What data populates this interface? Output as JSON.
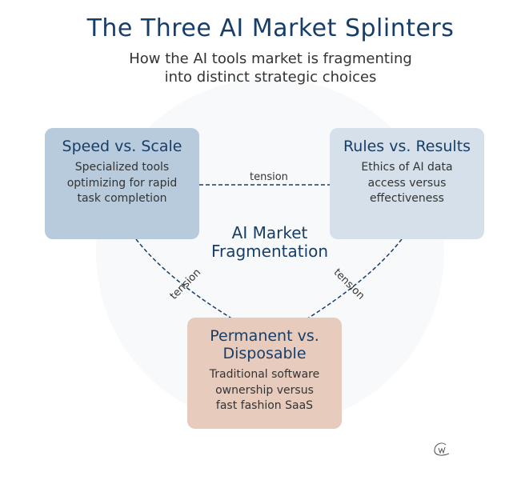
{
  "header": {
    "title": "The Three AI Market Splinters",
    "subtitle_line1": "How the AI tools market is fragmenting",
    "subtitle_line2": "into distinct strategic choices"
  },
  "center": {
    "line1": "AI Market",
    "line2": "Fragmentation"
  },
  "nodes": [
    {
      "id": "speed",
      "title": "Speed vs. Scale",
      "desc_lines": [
        "Specialized tools",
        "optimizing for rapid",
        "task completion"
      ],
      "color": "#b8cbdc"
    },
    {
      "id": "rules",
      "title": "Rules vs. Results",
      "desc_lines": [
        "Ethics of AI data",
        "access versus",
        "effectiveness"
      ],
      "color": "#d6e0ea"
    },
    {
      "id": "perm",
      "title_lines": [
        "Permanent vs.",
        "Disposable"
      ],
      "desc_lines": [
        "Traditional software",
        "ownership versus",
        "fast fashion SaaS"
      ],
      "color": "#e7cbbd"
    }
  ],
  "edges": [
    {
      "from": "speed",
      "to": "rules",
      "label": "tension"
    },
    {
      "from": "speed",
      "to": "perm",
      "label": "tension"
    },
    {
      "from": "rules",
      "to": "perm",
      "label": "tension"
    }
  ],
  "colors": {
    "accent": "#173e68",
    "background_circle": "#f8f9fa"
  },
  "signature_icon": "signature-w-icon"
}
